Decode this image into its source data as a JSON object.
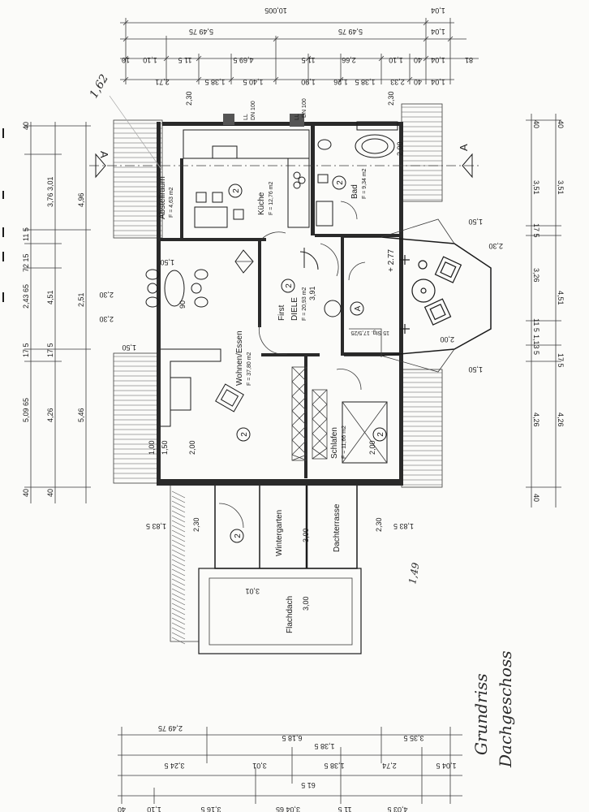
{
  "title": {
    "line1": "Grundriss",
    "line2": "Dachgeschoss"
  },
  "rooms": {
    "abstellraum": {
      "name": "Abstellraum",
      "area": "F = 4,63 m2"
    },
    "kueche": {
      "name": "Küche",
      "area": "F = 12,76 m2"
    },
    "bad": {
      "name": "Bad",
      "area": "F = 9,34 m2"
    },
    "wohnen": {
      "name": "Wohnen/Essen",
      "area": "F = 37,80 m2"
    },
    "diele": {
      "name": "DIELE",
      "area": "F = 20,93 m2"
    },
    "schlafen": {
      "name": "Schlafen",
      "area": "F = 11,66 m2"
    },
    "wintergarten": {
      "name": "Wintergarten"
    },
    "dachterrasse": {
      "name": "Dachterrasse"
    },
    "flachdach": {
      "name": "Flachdach"
    }
  },
  "labels": {
    "first": "First",
    "dn100_left": "DN 100",
    "dn100_right": "DN 100",
    "ll": "LL",
    "section_a": "A",
    "stairs": "15 Stg. 17,5/25",
    "level": "+ 2.77",
    "room_marker": "2",
    "stair_marker": "A",
    "handwritten_top": "1,62",
    "handwritten_right": "1,49"
  },
  "dims_top": {
    "row1": [
      "10,005",
      "1,04"
    ],
    "row2": [
      "5,49 75",
      "5,49 75",
      "1,04"
    ],
    "row3": [
      "10",
      "1,10",
      "11 5",
      "4,69 5",
      "11 5",
      "2,66",
      "1,10",
      "40",
      "1,04",
      "81"
    ],
    "row4": [
      "2,71",
      "1,38 5",
      "1,40 5",
      "1,90",
      "1,26",
      "1,38 5",
      "2,33",
      "40",
      "1,04"
    ]
  },
  "dims_left": [
    "40",
    "5,09 65",
    "17 5",
    "2,43 65",
    "72 15",
    "11 5",
    "40",
    "3,76",
    "3,01",
    "4,26",
    "17 5",
    "4,51",
    "4,96",
    "2,51",
    "5,46",
    "40"
  ],
  "dims_right": [
    "40",
    "3,51",
    "17 5",
    "3,26",
    "11 5",
    "1,13 5",
    "4,26",
    "40",
    "40",
    "3,51",
    "4,51",
    "17 5",
    "4,26"
  ],
  "dims_bottom": {
    "row1": [
      "2,49 75",
      "6,18 5",
      "3,35 5"
    ],
    "row2": [
      "3,24 5",
      "3,01",
      "1,38 5",
      "2,74",
      "1,04 5"
    ],
    "row3": [
      "40",
      "1,10",
      "3,16 5",
      "3,04 65",
      "11 5",
      "4,03 5"
    ],
    "row4": [
      "1,38 5",
      "61 5"
    ]
  },
  "inner_dims": {
    "d230_top_left": "2,30",
    "d230_top_right": "2,30",
    "d150": "1,50",
    "d150_b": "1,50",
    "d150_c": "1,50",
    "d150_d": "1,50",
    "d230_left1": "2,30",
    "d230_left2": "2,30",
    "d230_right": "2,30",
    "d90": "90",
    "d100": "1,00",
    "d150_low": "1,50",
    "d200": "2,00",
    "d200_b": "2,00",
    "d300": "3,00",
    "d300_b": "3,00",
    "d301": "3,01",
    "d230_bottom": "2,30",
    "d230_bottom_r": "2,30",
    "d1835_l": "1,83 5",
    "d1835_r": "1,83 5",
    "d200_kitchen": "2,00",
    "d200_bad": "2,00",
    "d391": "3,91"
  }
}
